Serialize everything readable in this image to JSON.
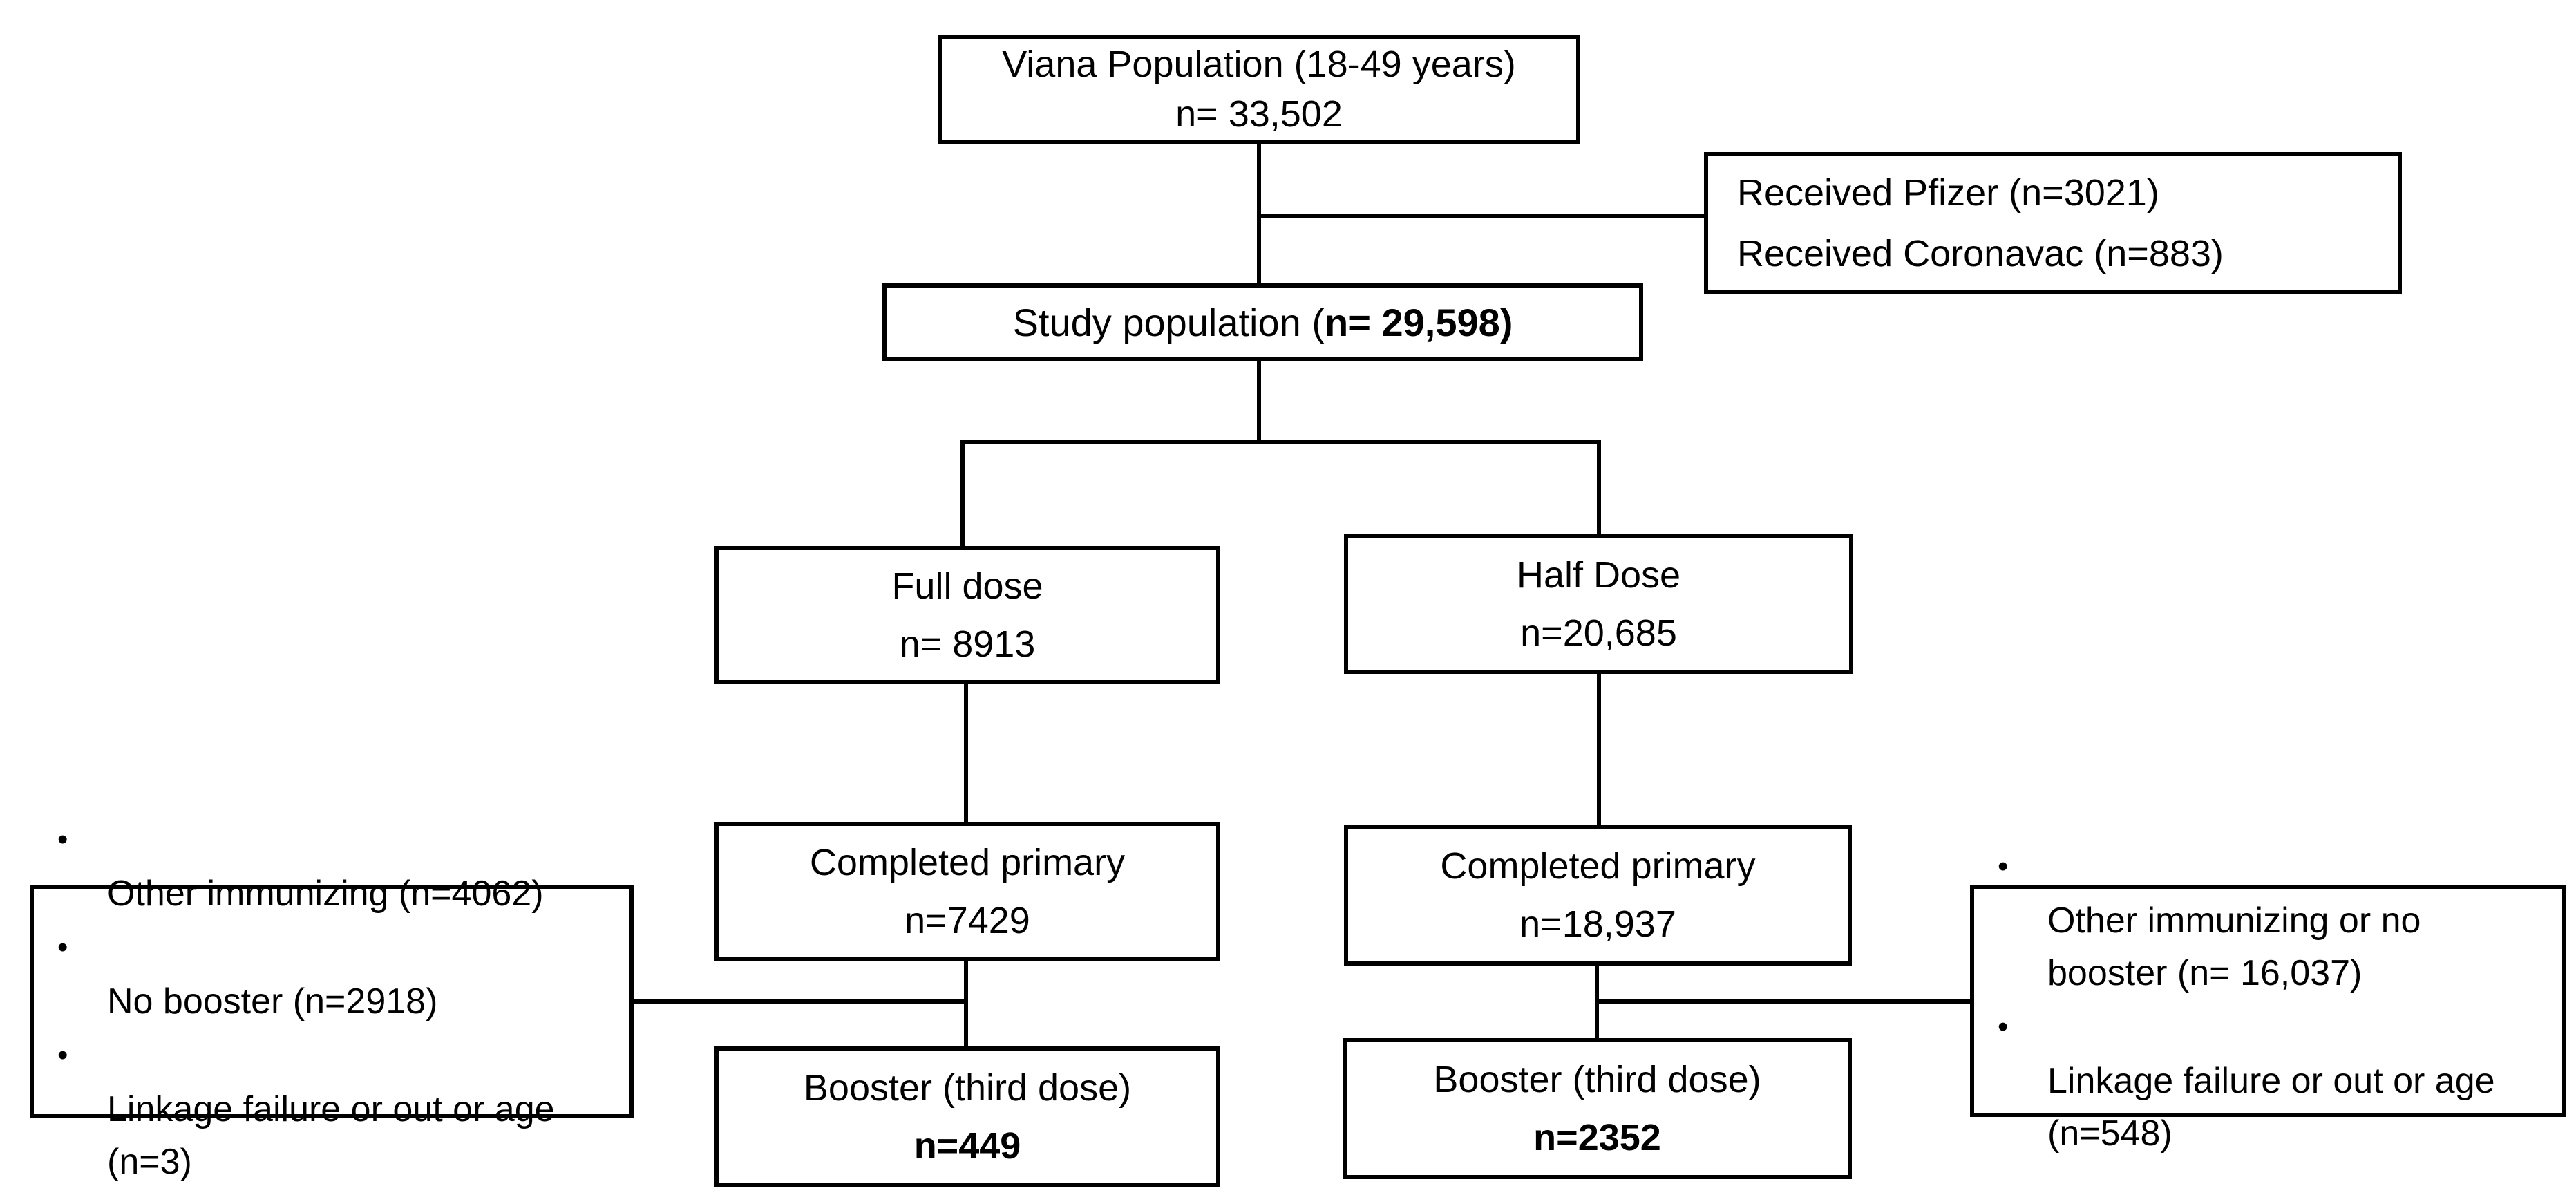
{
  "diagram": {
    "type": "consort-flowchart",
    "colors": {
      "line": "#000000",
      "box_background": "#ffffff",
      "text": "#000000"
    },
    "boxes": {
      "viana": {
        "line1": "Viana Population (18-49 years)",
        "line2": "n= 33,502"
      },
      "received": {
        "lines": [
          "Received Pfizer (n=3021)",
          "Received Coronavac (n=883)"
        ]
      },
      "study": {
        "prefix": "Study population (",
        "bold_value": "n= 29,598)"
      },
      "full_dose": {
        "line1": "Full dose",
        "line2": "n= 8913"
      },
      "half_dose": {
        "line1": "Half Dose",
        "line2": "n=20,685"
      },
      "completed_primary_full": {
        "line1": "Completed primary",
        "line2": "n=7429"
      },
      "completed_primary_half": {
        "line1": "Completed primary",
        "line2": "n=18,937"
      },
      "booster_full": {
        "line1": "Booster (third dose)",
        "line2": "n=449"
      },
      "booster_half": {
        "line1": "Booster (third dose)",
        "line2": "n=2352"
      },
      "exclusion_full": {
        "items": [
          "Other immunizing (n=4062)",
          "No booster (n=2918)",
          "Linkage failure or out or age\n(n=3)"
        ]
      },
      "exclusion_half": {
        "items": [
          "Other immunizing or no\nbooster (n= 16,037)",
          "Linkage failure or out or age\n(n=548)"
        ]
      }
    }
  }
}
